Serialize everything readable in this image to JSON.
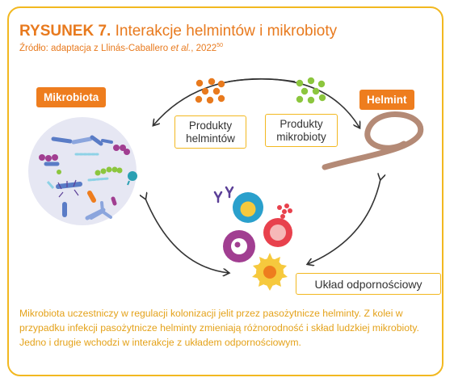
{
  "figure": {
    "label": "RYSUNEK 7.",
    "title": "Interakcje helmintów i mikrobioty",
    "source_prefix": "Źródło: adaptacja z Llinás-Caballero ",
    "source_italic": "et al.",
    "source_suffix": ", 2022",
    "source_ref": "50"
  },
  "nodes": {
    "microbiota": "Mikrobiota",
    "helminth": "Helmint",
    "helminth_products_line1": "Produkty",
    "helminth_products_line2": "helmintów",
    "microbiota_products_line1": "Produkty",
    "microbiota_products_line2": "mikrobioty",
    "immune_system": "Układ odpornościowy"
  },
  "caption": "Mikrobiota uczestniczy w regulacji kolonizacji jelit przez pasożytnicze helminty. Z kolei w przypadku infekcji pasożytnicze helminty zmieniają różnorodność i skład ludzkiej mikrobioty. Jedno i drugie wchodzi w interakcje z układem odpornościowym.",
  "colors": {
    "frame": "#f2b820",
    "title": "#e87a1e",
    "tag_bg": "#ee7d1e",
    "helminth_dots": "#e87a1e",
    "microbiota_dots": "#8cc63e",
    "worm": "#b48a76",
    "caption": "#e4a21a"
  }
}
